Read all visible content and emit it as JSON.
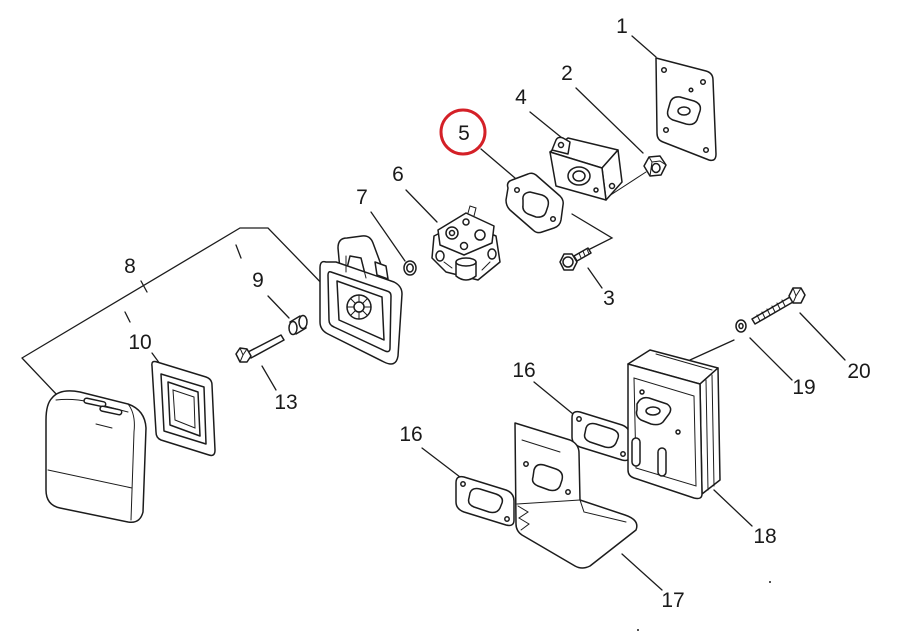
{
  "diagram": {
    "callouts": [
      {
        "label": "1"
      },
      {
        "label": "2"
      },
      {
        "label": "3"
      },
      {
        "label": "4"
      },
      {
        "label": "5",
        "highlighted": true
      },
      {
        "label": "6"
      },
      {
        "label": "7"
      },
      {
        "label": "8"
      },
      {
        "label": "9"
      },
      {
        "label": "10"
      },
      {
        "label": "13"
      },
      {
        "label": "16"
      },
      {
        "label": "16"
      },
      {
        "label": "17"
      },
      {
        "label": "18"
      },
      {
        "label": "19"
      },
      {
        "label": "20"
      }
    ]
  },
  "colors": {
    "line": "#1c1c1c",
    "background": "#ffffff",
    "highlight": "#d42027"
  }
}
